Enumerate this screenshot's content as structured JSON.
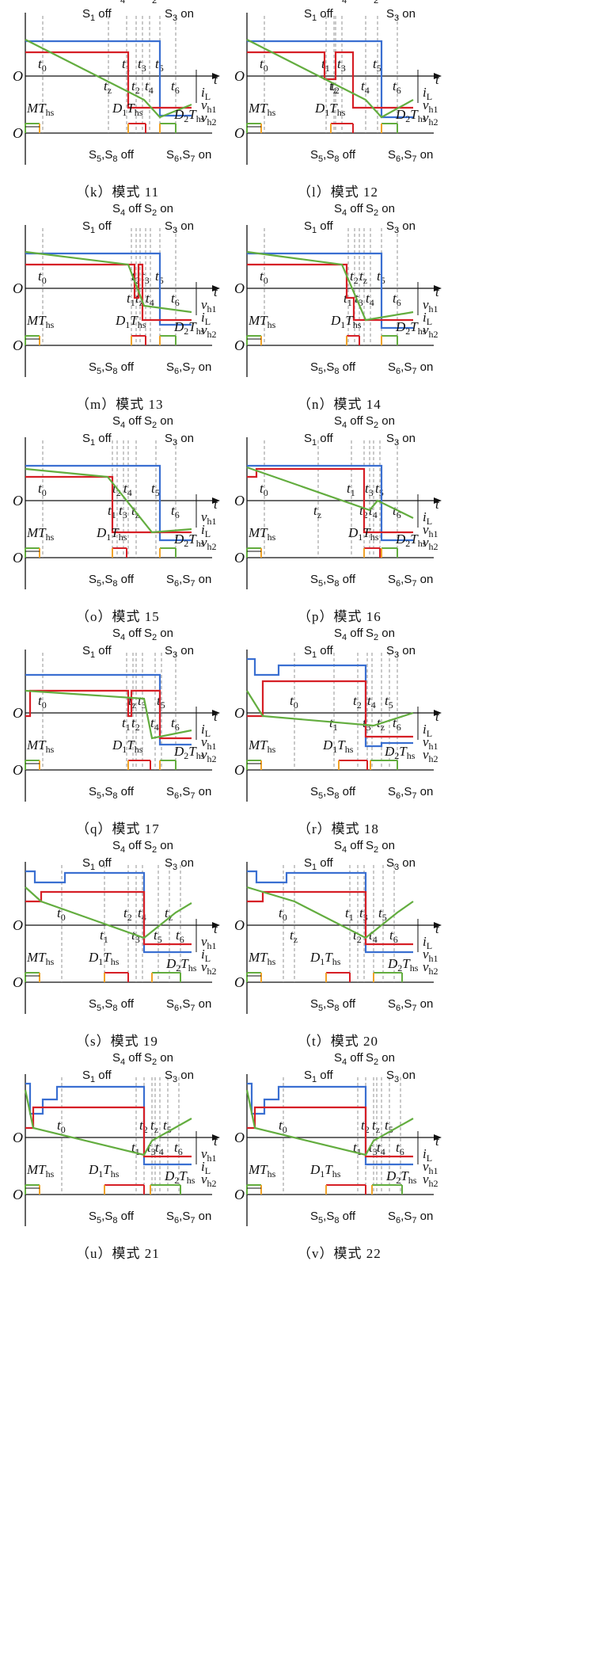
{
  "colors": {
    "blue": "#3a6fd1",
    "red": "#d61f26",
    "green": "#63ad3f",
    "orange": "#f0a32a",
    "axis": "#111111"
  },
  "labels": {
    "O": "O",
    "t": "t",
    "S4": "S4 off",
    "S1": "S1 off",
    "S2": "S2 on",
    "S3": "S3 on",
    "S58": "S5,S8 off",
    "S67": "S6,S7 on",
    "MThs": "MThs",
    "D1Ths": "D1Ths",
    "D2Ths": "D2Ths",
    "iL": "iL",
    "vh1": "vh1",
    "vh2": "vh2"
  },
  "panels": [
    {
      "caption": "（k）模式 11",
      "times": [
        "t0",
        "tz",
        "t1",
        "t2",
        "t3",
        "t4",
        "t5",
        "t6"
      ],
      "legend": [
        "iL",
        "vh1",
        "vh2"
      ]
    },
    {
      "caption": "（l）模式 12",
      "times": [
        "t0",
        "tz",
        "t1",
        "t2",
        "t3",
        "t4",
        "t5",
        "t6"
      ],
      "legend": [
        "iL",
        "vh1",
        "vh2"
      ]
    },
    {
      "caption": "（m）模式 13",
      "times": [
        "t0",
        "t1",
        "t2",
        "tz",
        "t3",
        "t4",
        "t5",
        "t6"
      ],
      "legend": [
        "vh1",
        "iL",
        "vh2"
      ]
    },
    {
      "caption": "（n）模式 14",
      "times": [
        "t0",
        "t1",
        "t2",
        "t3",
        "tz",
        "t4",
        "t5",
        "t6"
      ],
      "legend": [
        "vh1",
        "iL",
        "vh2"
      ]
    },
    {
      "caption": "（o）模式 15",
      "times": [
        "t0",
        "t1",
        "t2",
        "t3",
        "t4",
        "tz",
        "t5",
        "t6"
      ],
      "legend": [
        "vh1",
        "iL",
        "vh2"
      ]
    },
    {
      "caption": "（p）模式 16",
      "times": [
        "t0",
        "tz",
        "t1",
        "t2",
        "t3",
        "t4",
        "t5",
        "t6"
      ],
      "legend": [
        "iL",
        "vh1",
        "vh2"
      ]
    },
    {
      "caption": "（q）模式 17",
      "times": [
        "t0",
        "t1",
        "tz",
        "t2",
        "t3",
        "t4",
        "t5",
        "t6"
      ],
      "legend": [
        "iL",
        "vh1",
        "vh2"
      ]
    },
    {
      "caption": "（r）模式 18",
      "times": [
        "t0",
        "t1",
        "t2",
        "t3",
        "t4",
        "tz",
        "t5",
        "t6"
      ],
      "legend": [
        "iL",
        "vh1",
        "vh2"
      ]
    },
    {
      "caption": "（s）模式 19",
      "times": [
        "t0",
        "t1",
        "t2",
        "t3",
        "t4",
        "t5",
        "tz",
        "t6"
      ],
      "legend": [
        "vh1",
        "iL",
        "vh2"
      ]
    },
    {
      "caption": "（t）模式 20",
      "times": [
        "t0",
        "tz",
        "t1",
        "t2",
        "t3",
        "t4",
        "t5",
        "t6"
      ],
      "legend": [
        "iL",
        "vh1",
        "vh2"
      ]
    },
    {
      "caption": "（u）模式 21",
      "times": [
        "t0",
        "t1",
        "t2",
        "t3",
        "tz",
        "t4",
        "t5",
        "t6"
      ],
      "legend": [
        "vh1",
        "iL",
        "vh2"
      ]
    },
    {
      "caption": "（v）模式 22",
      "times": [
        "t0",
        "t1",
        "t2",
        "t3",
        "tz",
        "t4",
        "t5",
        "t6"
      ],
      "legend": [
        "iL",
        "vh1",
        "vh2"
      ]
    }
  ]
}
